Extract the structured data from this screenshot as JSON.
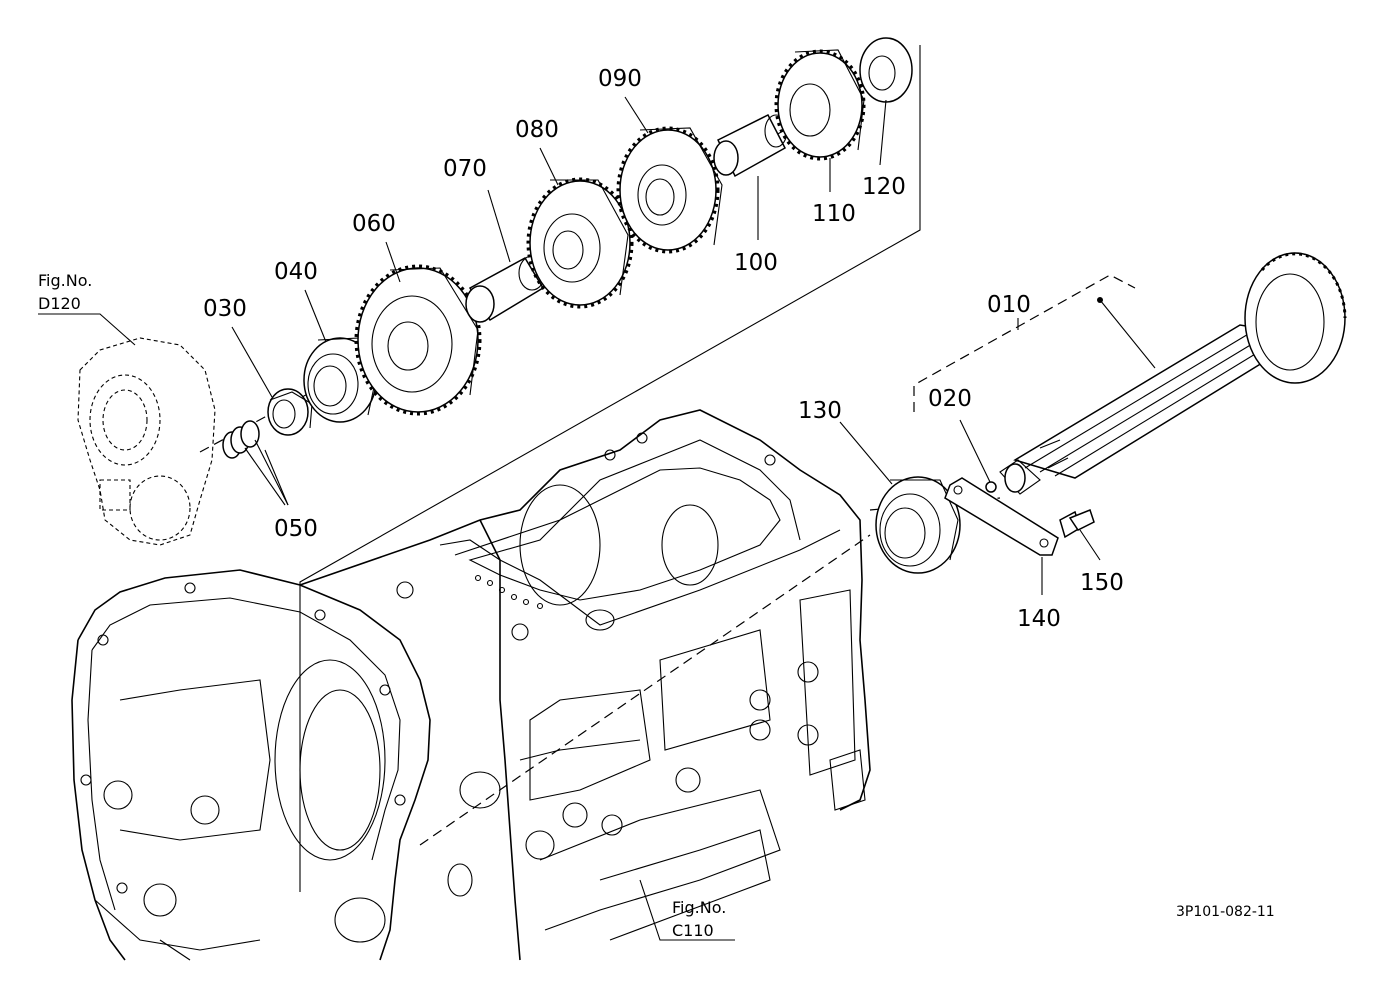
{
  "diagram": {
    "part_labels": {
      "p010": "010",
      "p020": "020",
      "p030": "030",
      "p040": "040",
      "p050": "050",
      "p060": "060",
      "p070": "070",
      "p080": "080",
      "p090": "090",
      "p100": "100",
      "p110": "110",
      "p120": "120",
      "p130": "130",
      "p140": "140",
      "p150": "150"
    },
    "figure_refs": {
      "d120": {
        "caption": "Fig.No.",
        "code": "D120"
      },
      "c110": {
        "caption": "Fig.No.",
        "code": "C110"
      }
    },
    "drawing_code": "3P101-082-11"
  }
}
